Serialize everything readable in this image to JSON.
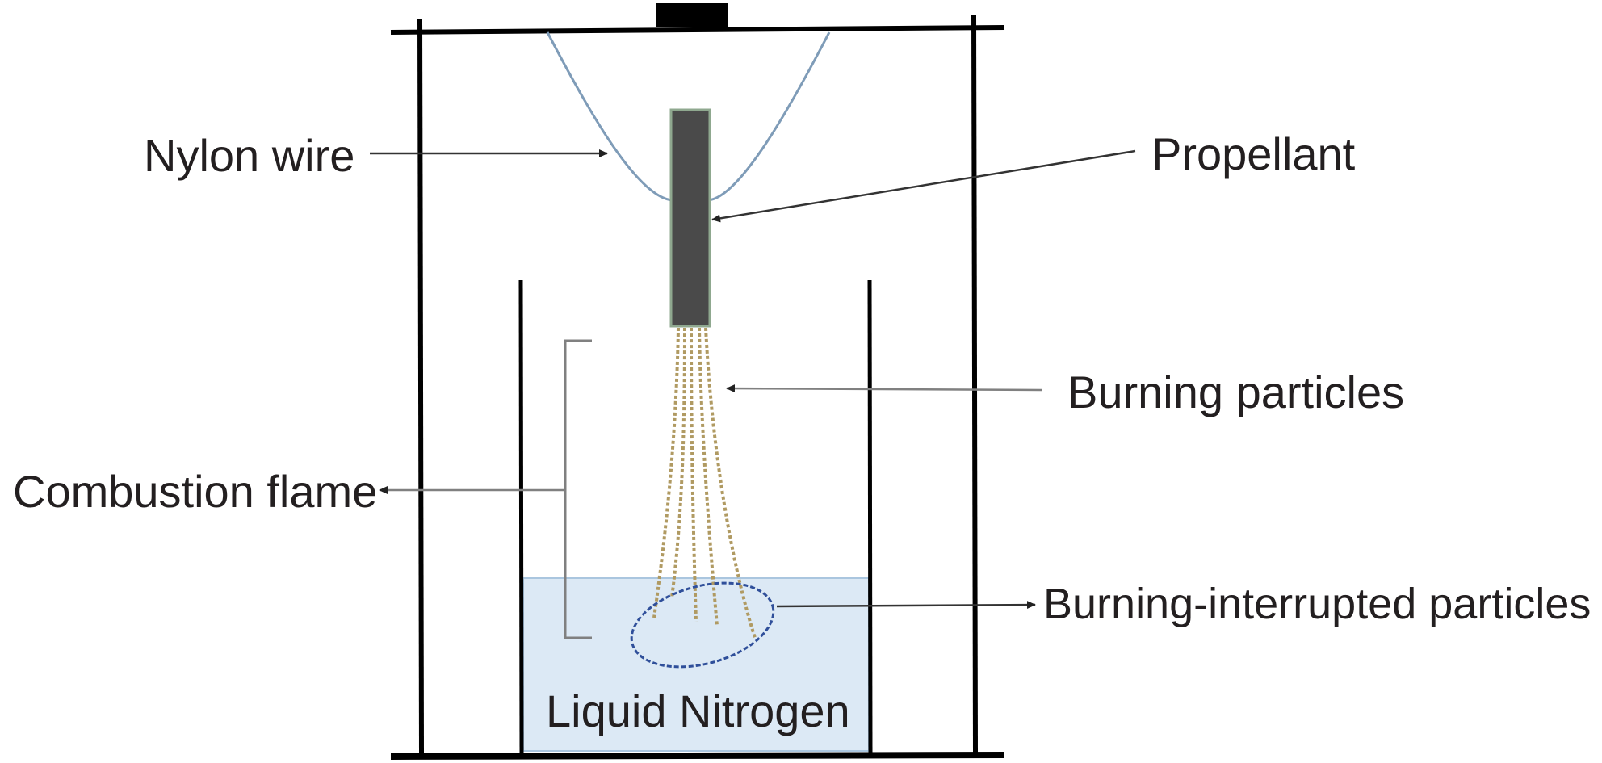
{
  "diagram": {
    "labels": {
      "nylon_wire": "Nylon wire",
      "propellant": "Propellant",
      "burning_particles": "Burning particles",
      "combustion_flame": "Combustion flame",
      "burning_interrupted_particles": "Burning-interrupted particles",
      "liquid_nitrogen": "Liquid Nitrogen"
    },
    "colors": {
      "frame": "#000000",
      "propellant": "#4a4a4a",
      "propellant_edge": "#8fa88f",
      "wire": "#7f9cb8",
      "liquid": "#dce9f5",
      "liquid_edge": "#aac6df",
      "particles": "#b09a62",
      "ellipse": "#2f4f9a",
      "arrow": "#333333",
      "bracket": "#808080"
    }
  }
}
